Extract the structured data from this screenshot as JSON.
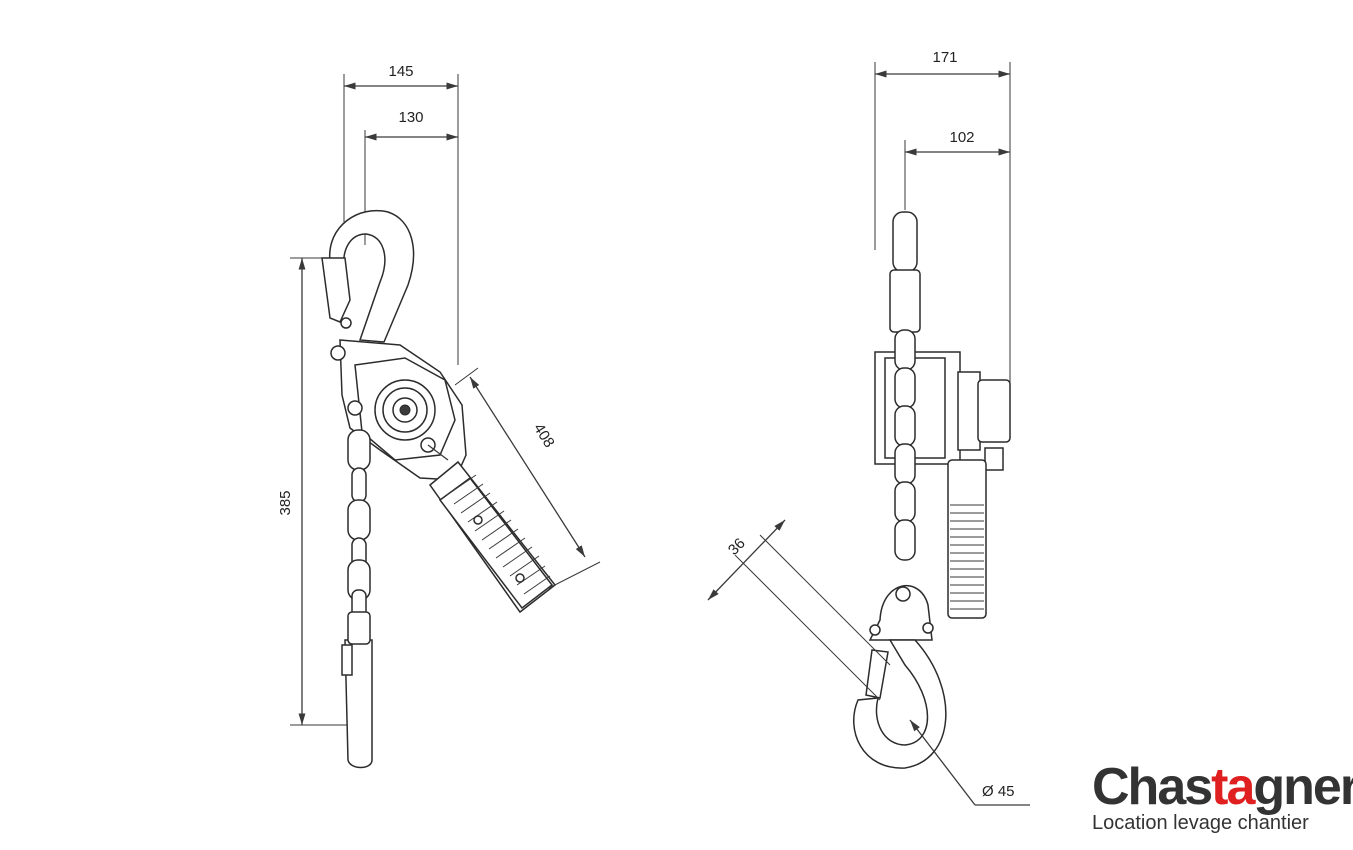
{
  "dimensions": {
    "left_width_outer": "145",
    "left_width_inner": "130",
    "left_height": "385",
    "lever_length": "408",
    "right_width_outer": "171",
    "right_width_inner": "102",
    "hook_opening": "36",
    "hook_diameter": "Ø 45"
  },
  "logo": {
    "brand_part1": "Chas",
    "brand_accent": "t",
    "brand_accent2": "a",
    "brand_part2": "gner",
    "tagline_part1": "Location levage",
    "tagline_part2": "chantier"
  },
  "colors": {
    "line": "#3a3a3a",
    "logo_accent": "#e02020",
    "logo_text": "#333333"
  }
}
